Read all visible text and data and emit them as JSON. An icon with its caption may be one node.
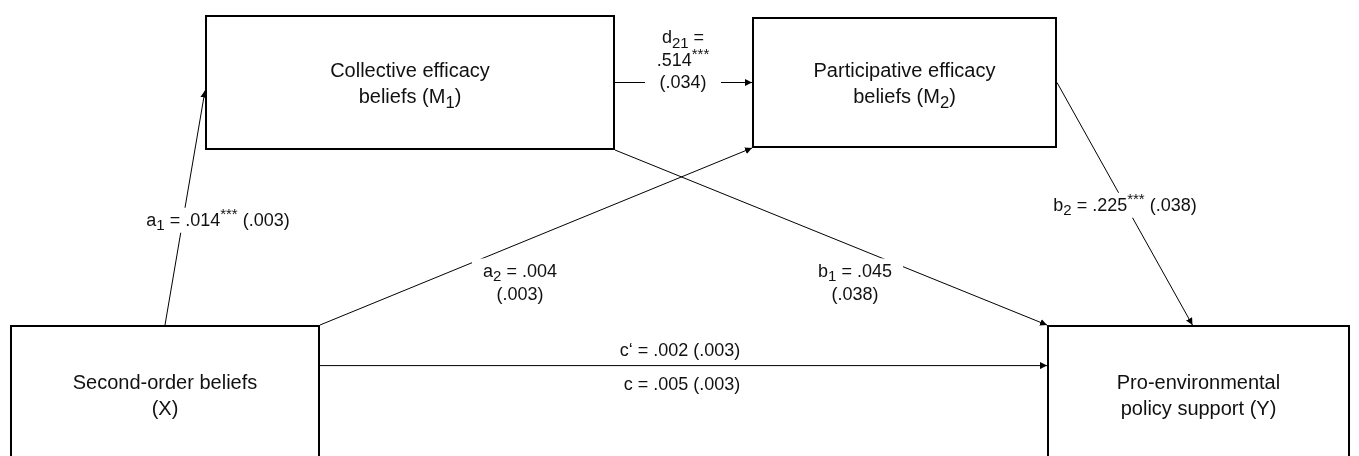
{
  "diagram": {
    "nodes": [
      {
        "text": [
          "Collective efficacy beliefs (M$_{1}$)"
        ]
      },
      {
        "text": [
          "Participative efficacy beliefs (M$_{2}$)"
        ]
      },
      {
        "text": [
          "Second-order beliefs (X)"
        ]
      },
      {
        "text": [
          "Pro-environmental policy support (Y)"
        ]
      }
    ],
    "edges": [
      {
        "from": 2,
        "to": 0,
        "arrow": "to",
        "label": "a$_{1}$ = .014$^{***}$ (.003)"
      },
      {
        "from": 2,
        "to": 1,
        "arrow": "to",
        "label": "a$_{2}$ = .004 (.003)"
      },
      {
        "from": 0,
        "to": 1,
        "arrow": "to",
        "label": "d$_{21}$ = .514$^{***}$ (.034)"
      },
      {
        "from": 0,
        "to": 3,
        "arrow": "to",
        "label": "b$_{1}$ = .045 (.038)"
      },
      {
        "from": 1,
        "to": 3,
        "arrow": "to",
        "label": "b$_{2}$ = .225$^{***}$ (.038)"
      },
      {
        "from": 2,
        "to": 3,
        "arrow": "to",
        "label": "c‘ = .002 (.003)"
      }
    ],
    "labels": [
      "c = .005 (.003)"
    ]
  }
}
